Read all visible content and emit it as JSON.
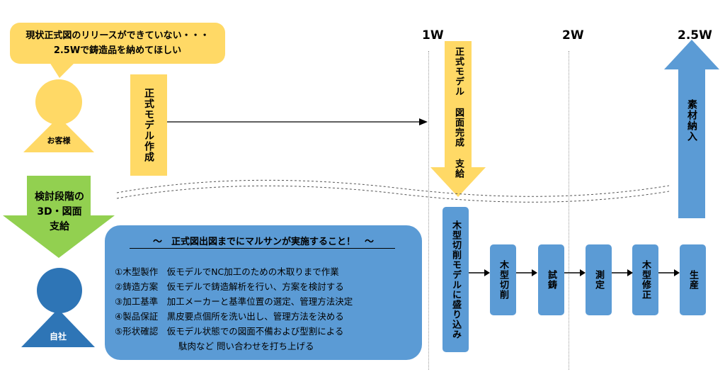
{
  "timeline": {
    "weeks": [
      "1W",
      "2W",
      "2.5W"
    ]
  },
  "customer": {
    "bubble_line1": "現状正式図のリリースができていない・・・",
    "bubble_line2": "2.5Wで鋳造品を納めてほしい",
    "label": "お客様",
    "color": "#ffd966"
  },
  "company": {
    "label": "自社",
    "color": "#2e75b6"
  },
  "flow": {
    "formal_model_creation": "正式モデル作成",
    "formal_model_drawing_arrow": "正式モデル 図面完成 支給",
    "material_delivery": "素材納入",
    "review_stage_supply": "検討段階の3D・図面支給",
    "review_stage_line1": "検討段階の",
    "review_stage_line2": "3D・図面",
    "review_stage_line3": "支給",
    "steps": [
      "木型切削モデルに盛り込み",
      "木型切削",
      "試鋳",
      "測定",
      "木型修正",
      "生産"
    ]
  },
  "info": {
    "title": "～　正式図出図までにマルサンが実施すること！　～",
    "items": [
      "①木型製作　仮モデルでNC加工のための木取りまで作業",
      "②鋳造方案　仮モデルで鋳造解析を行い、方案を検討する",
      "③加工基準　加工メーカーと基準位置の選定、管理方法決定",
      "④製品保証　黒皮要点個所を洗い出し、管理方法を決める",
      "⑤形状確認　仮モデル状態での図面不備および型割による",
      "駄肉など 問い合わせを打ち上げる"
    ]
  },
  "colors": {
    "yellow": "#ffd966",
    "green": "#92d050",
    "blue": "#5b9bd5",
    "dark_blue": "#2e75b6"
  }
}
